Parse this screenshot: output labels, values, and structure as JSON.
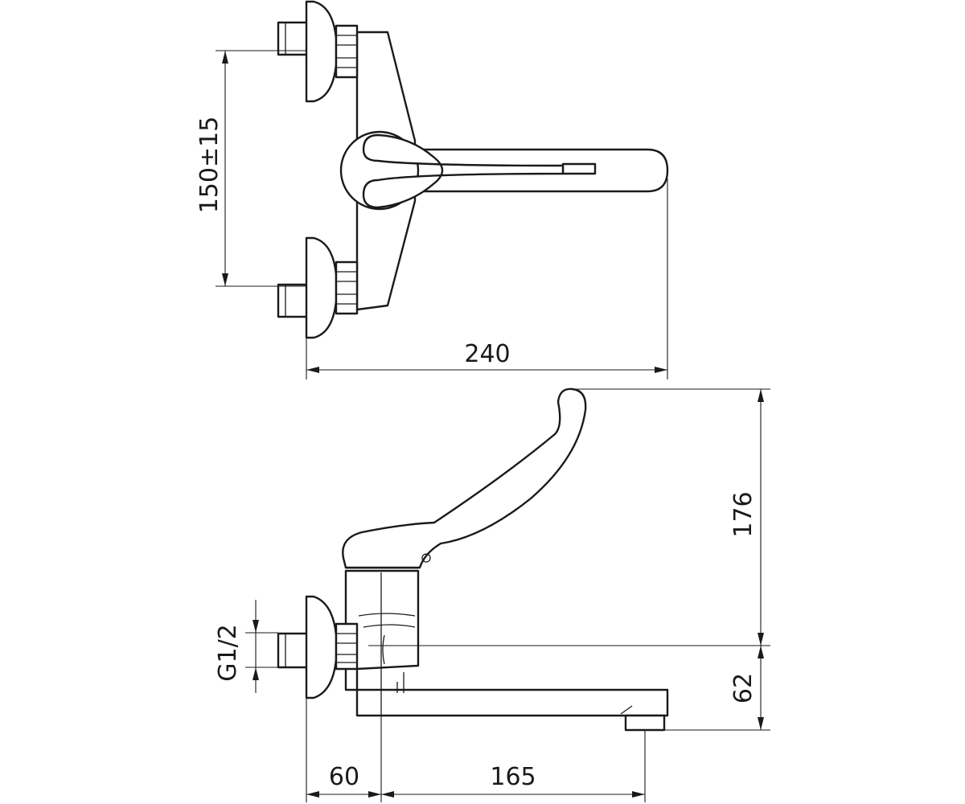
{
  "dimensions": {
    "inlet_spacing": "150±15",
    "total_projection": "240",
    "total_height": "176",
    "spout_height": "62",
    "thread_size": "G1/2",
    "wall_to_body": "60",
    "body_to_outlet": "165"
  }
}
